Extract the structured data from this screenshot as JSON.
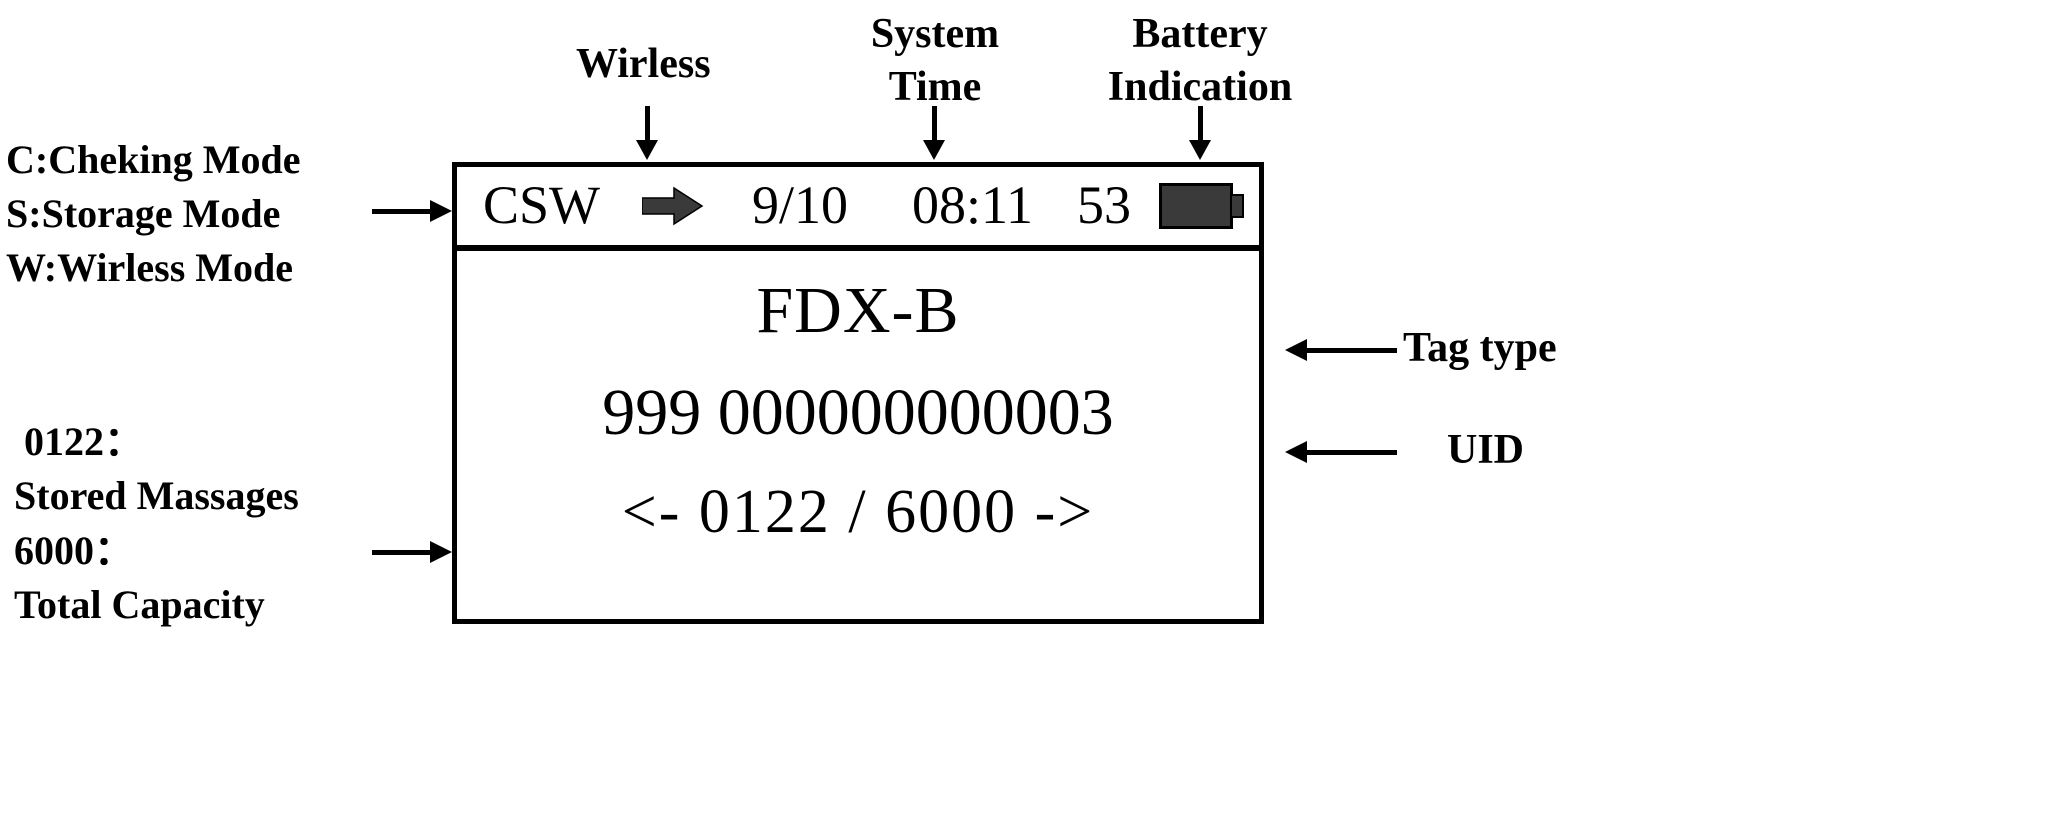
{
  "annotations": {
    "mode_legend": [
      "C:Cheking Mode",
      "S:Storage Mode",
      "W:Wirless Mode"
    ],
    "wireless_label": "Wirless",
    "system_time_label": "System\nTime",
    "battery_label": "Battery\nIndication",
    "tag_type_label": "Tag type",
    "uid_label": "UID",
    "stored_messages_value": "0122：",
    "stored_messages_label": "Stored Massages",
    "total_capacity_value": "6000：",
    "total_capacity_label": "Total Capacity"
  },
  "device": {
    "status_bar": {
      "mode": "CSW",
      "wireless_icon": "right-arrow-icon",
      "date": "9/10",
      "time": "08:11",
      "battery_percent": "53",
      "battery_icon": "battery-full-icon"
    },
    "display": {
      "tag_type": "FDX-B",
      "uid": "999  000000000003",
      "nav": "<-  0122  / 6000  ->",
      "nav_prev_icon": "arrow-left-icon",
      "nav_next_icon": "arrow-right-icon",
      "record_index": "0122",
      "record_total": "6000"
    }
  },
  "colors": {
    "ink": "#000000",
    "screen_bg": "#ffffff",
    "icon_fill": "#3a3a3a"
  }
}
